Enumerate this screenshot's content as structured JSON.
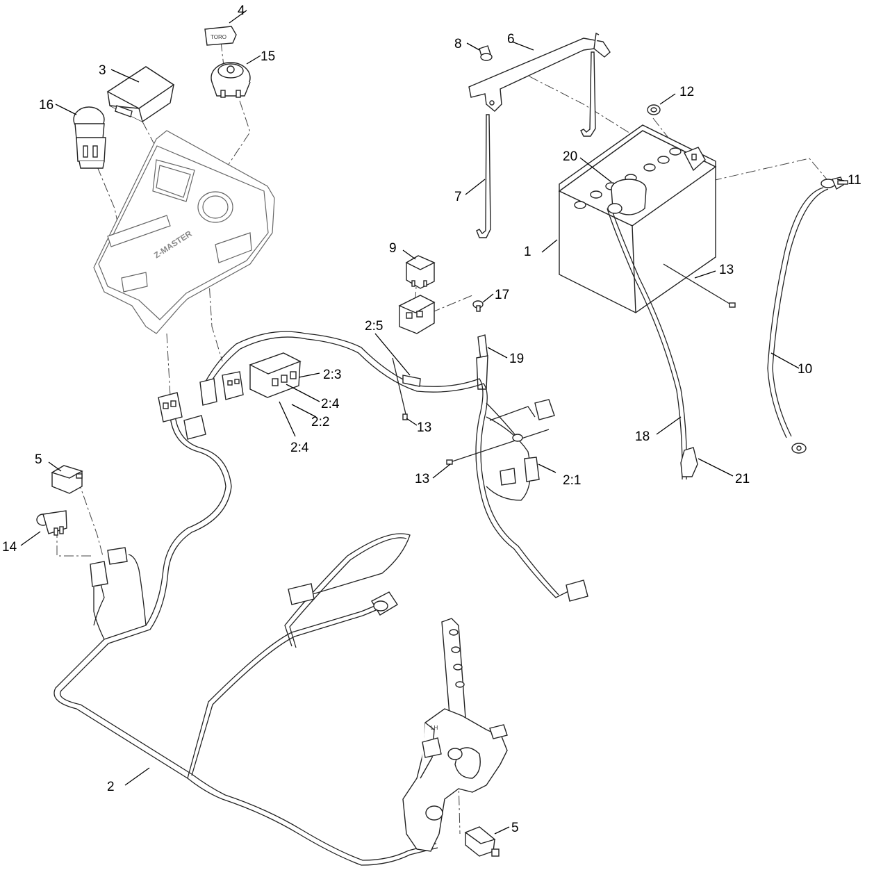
{
  "callouts": {
    "c1": "1",
    "c2": "2",
    "c2_1": "2:1",
    "c2_2": "2:2",
    "c2_3": "2:3",
    "c2_4a": "2:4",
    "c2_4b": "2:4",
    "c2_5": "2:5",
    "c3": "3",
    "c4": "4",
    "c5a": "5",
    "c5b": "5",
    "c6": "6",
    "c7": "7",
    "c8": "8",
    "c9": "9",
    "c10": "10",
    "c11": "11",
    "c12": "12",
    "c13a": "13",
    "c13b": "13",
    "c13c": "13",
    "c14": "14",
    "c15": "15",
    "c16": "16",
    "c17": "17",
    "c18": "18",
    "c19": "19",
    "c20": "20",
    "c21": "21"
  },
  "part_marks": {
    "key_brand": "TORO",
    "panel_brand": "Z-MASTER",
    "lever_tag": "LH"
  }
}
